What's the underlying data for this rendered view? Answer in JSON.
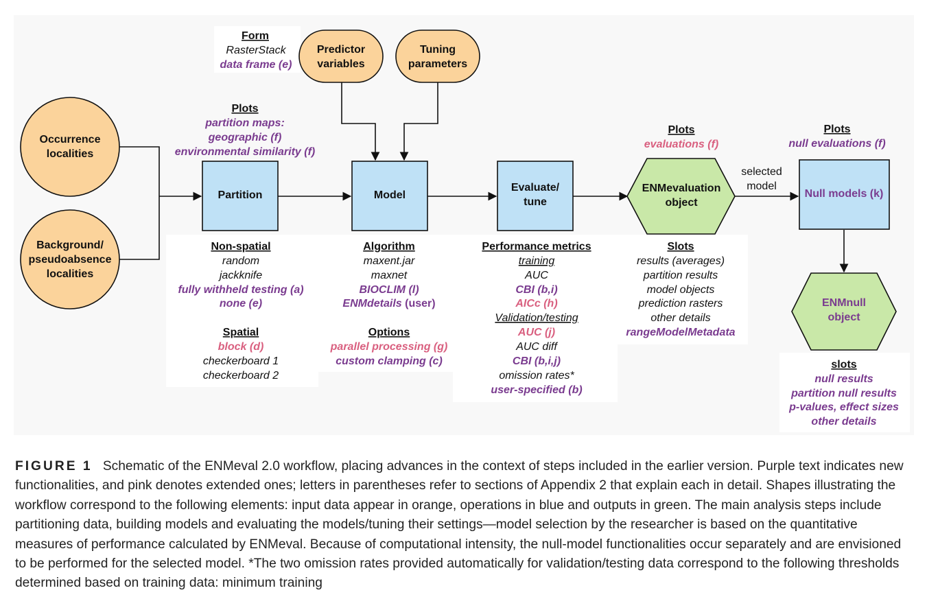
{
  "nodes": {
    "occurrence": [
      "Occurrence",
      "localities"
    ],
    "background": [
      "Background/",
      "pseudoabsence",
      "localities"
    ],
    "predictor": [
      "Predictor",
      "variables"
    ],
    "tuning": [
      "Tuning",
      "parameters"
    ],
    "partition": "Partition",
    "model": "Model",
    "evaluate": [
      "Evaluate/",
      "tune"
    ],
    "enmevaluation": [
      "ENMevaluation",
      "object"
    ],
    "null_models": "Null models (k)",
    "enmnull": [
      "ENMnull",
      "object"
    ]
  },
  "edge_label": [
    "selected",
    "model"
  ],
  "form": {
    "title": "Form",
    "lines": [
      "RasterStack",
      "data frame (e)"
    ]
  },
  "plots_partition": {
    "title": "Plots",
    "lines": [
      "partition maps:",
      "geographic (f)",
      "environmental similarity (f)"
    ]
  },
  "plots_eval": {
    "title": "Plots",
    "line": "evaluations (f)"
  },
  "plots_null": {
    "title": "Plots",
    "line": "null evaluations (f)"
  },
  "nonspatial": {
    "title": "Non-spatial",
    "lines": [
      "random",
      "jackknife",
      "fully withheld testing (a)",
      "none (e)"
    ]
  },
  "spatial": {
    "title": "Spatial",
    "lines": [
      "block (d)",
      "checkerboard 1",
      "checkerboard 2"
    ]
  },
  "algorithm": {
    "title": "Algorithm",
    "lines": [
      "maxent.jar",
      "maxnet",
      "BIOCLIM (l)"
    ],
    "enmdetails": "ENMdetails",
    "user": " (user)"
  },
  "options": {
    "title": "Options",
    "lines": [
      "parallel processing (g)",
      "custom clamping (c)"
    ]
  },
  "performance": {
    "title": "Performance metrics",
    "training_title": "training",
    "training": [
      "AUC",
      "CBI (b,i)",
      "AICc (h)"
    ],
    "validation_title": "Validation/testing",
    "validation": [
      "AUC (j)",
      "AUC diff",
      "CBI (b,i,j)",
      "omission rates*",
      "user-specified (b)"
    ]
  },
  "slots": {
    "title": "Slots",
    "lines": [
      "results (averages)",
      "partition results",
      "model objects",
      "prediction rasters",
      "other details",
      "rangeModelMetadata"
    ]
  },
  "null_slots": {
    "title": "slots",
    "lines": [
      "null results",
      "partition null results",
      "p-values, effect sizes",
      "other details"
    ]
  },
  "caption": {
    "label": "FIGURE 1",
    "text": "Schematic of the ENMeval 2.0 workflow, placing advances in the context of steps included in the earlier version. Purple text indicates new functionalities, and pink denotes extended ones; letters in parentheses refer to sections of Appendix 2 that explain each in detail. Shapes illustrating the workflow correspond to the following elements: input data appear in orange, operations in blue and outputs in green. The main analysis steps include partitioning data, building models and evaluating the models/tuning their settings—model selection by the researcher is based on the quantitative measures of performance calculated by ENMeval. Because of computational intensity, the null-model functionalities occur separately and are envisioned to be performed for the selected model. *The two omission rates provided automatically for validation/testing data correspond to the following thresholds determined based on training data: minimum training"
  },
  "colors": {
    "input_orange": "#fbd39b",
    "operation_blue": "#bfe1f6",
    "output_green": "#c9e8a8",
    "new_purple": "#7a3b8f",
    "extended_pink": "#d95f7f"
  }
}
